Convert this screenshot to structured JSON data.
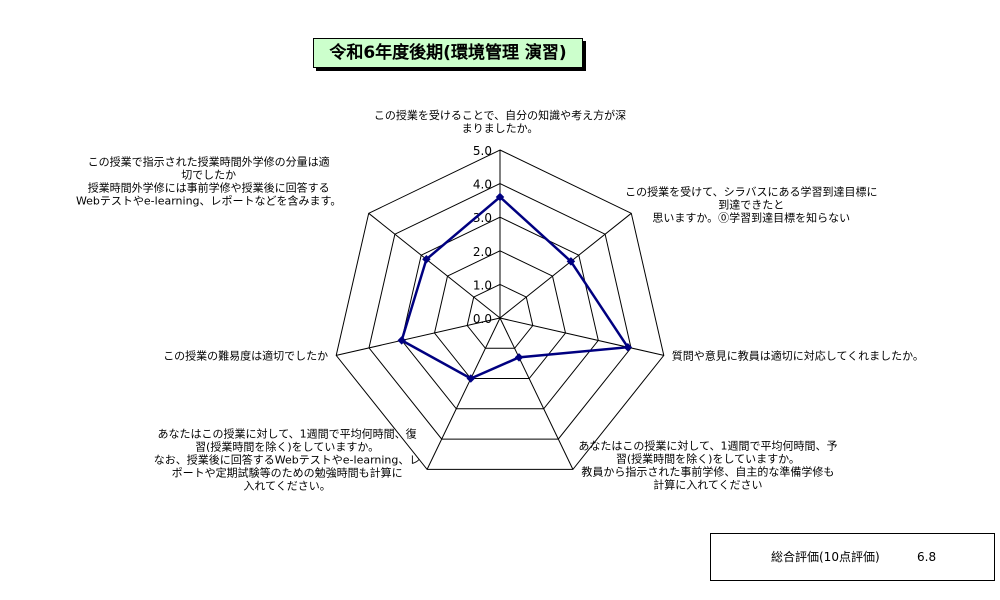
{
  "title": "令和6年度後期(環境管理 演習)",
  "chart_data": {
    "type": "radar",
    "max": 5,
    "ticks": [
      "0.0",
      "1.0",
      "2.0",
      "3.0",
      "4.0",
      "5.0"
    ],
    "axes": [
      {
        "label": [
          "この授業を受けることで、自分の知識や考え方が深",
          "まりましたか。"
        ],
        "value": 3.6
      },
      {
        "label": [
          "この授業を受けて、シラバスにある学習到達目標に",
          "到達できたと",
          "思いますか。⓪学習到達目標を知らない"
        ],
        "value": 2.7
      },
      {
        "label": [
          "質問や意見に教員は適切に対応してくれましたか。"
        ],
        "value": 3.9
      },
      {
        "label": [
          "あなたはこの授業に対して、1週間で平均何時間、予",
          "習(授業時間を除く)をしていますか。",
          "教員から指示された事前学修、自主的な準備学修も",
          "計算に入れてください"
        ],
        "value": 1.3
      },
      {
        "label": [
          "あなたはこの授業に対して、1週間で平均何時間、復",
          "習(授業時間を除く)をしていますか。",
          "なお、授業後に回答するWebテストやe-learning、レ",
          "ポートや定期試験等のための勉強時間も計算に",
          "入れてください。"
        ],
        "value": 2.0
      },
      {
        "label": [
          "この授業の難易度は適切でしたか"
        ],
        "value": 3.0
      },
      {
        "label": [
          "この授業で指示された授業時間外学修の分量は適",
          "切でしたか",
          "授業時間外学修には事前学修や授業後に回答する",
          "Webテストやe-learning、レポートなどを含みます。"
        ],
        "value": 2.8
      }
    ]
  },
  "score": {
    "label": "総合評価(10点評価)",
    "value": "6.8"
  },
  "colors": {
    "series": "#000080",
    "grid": "#000000",
    "title_bg": "#ccffcc"
  }
}
